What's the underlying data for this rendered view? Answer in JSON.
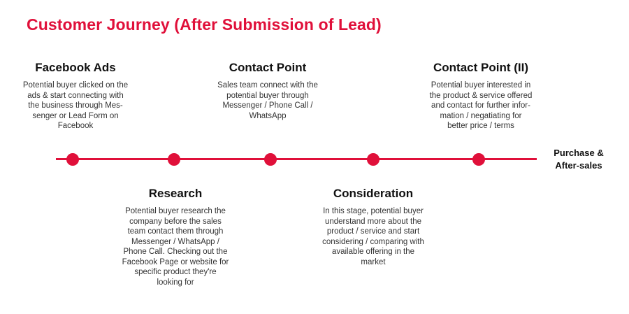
{
  "title": "Customer Journey (After Submission of Lead)",
  "end_label": "Purchase &\nAfter-sales",
  "stages": [
    {
      "title": "Facebook Ads",
      "description": "Potential buyer clicked on the\nads & start connecting with\nthe business through Mes-\nsenger or Lead Form on\nFacebook"
    },
    {
      "title": "Research",
      "description": "Potential buyer research the\ncompany before the sales\nteam contact them through\nMessenger / WhatsApp /\nPhone Call. Checking out the\nFacebook Page or website for\nspecific product they're\nlooking for"
    },
    {
      "title": "Contact Point",
      "description": "Sales team connect with the\npotential buyer through\nMessenger / Phone Call /\nWhatsApp"
    },
    {
      "title": "Consideration",
      "description": "In this stage, potential buyer\nunderstand more about the\nproduct / service and start\nconsidering / comparing with\navailable offering in the\nmarket"
    },
    {
      "title": "Contact Point (II)",
      "description": "Potential buyer interested in\nthe product & service offered\nand contact for further infor-\nmation / negatiating for\nbetter price / terms"
    }
  ],
  "colors": {
    "accent": "#e0103a",
    "text": "#222222"
  }
}
